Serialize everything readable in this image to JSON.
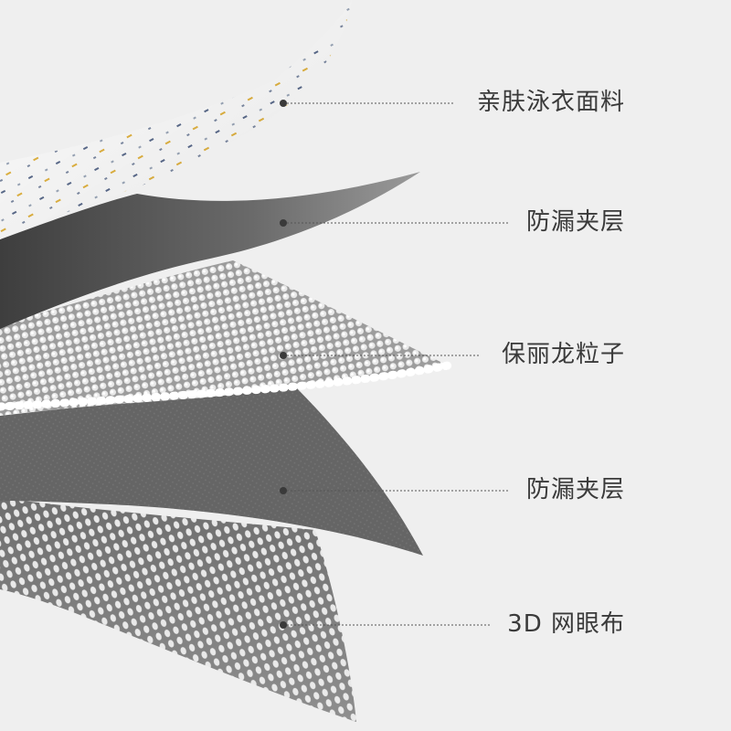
{
  "background_color": "#efefef",
  "layers": [
    {
      "label": "亲肤泳衣面料",
      "fill": "#fbfbfb",
      "icon": "printed-fabric"
    },
    {
      "label": "防漏夹层",
      "fill": "#5a5a5a",
      "icon": "solid-film"
    },
    {
      "label": "保丽龙粒子",
      "fill": "#a9a9a9",
      "icon": "foam-beads"
    },
    {
      "label": "防漏夹层",
      "fill": "#6a6a6a",
      "icon": "solid-film"
    },
    {
      "label": "3D 网眼布",
      "fill": "#888888",
      "icon": "mesh-fabric"
    }
  ],
  "colors": {
    "leader_line": "#555555",
    "dot": "#3a3a3a",
    "label_text": "#3a3a3a"
  }
}
